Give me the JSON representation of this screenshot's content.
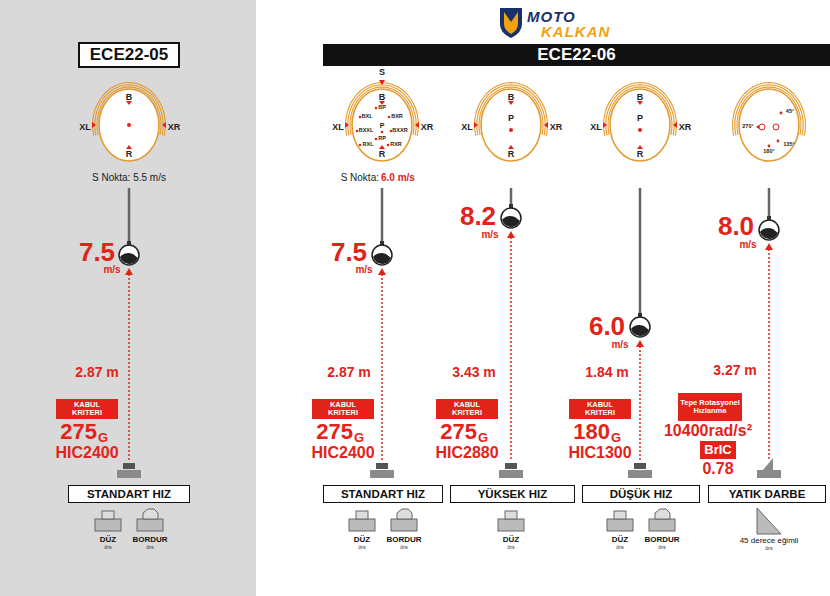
{
  "diagram": {
    "nodes": [
      {
        "text": [
          "ECE22-05"
        ]
      },
      {
        "text": [
          "ECE22-06"
        ]
      },
      {
        "text": [
          "KABUL KRITERI"
        ]
      },
      {
        "text": [
          "STANDART HIZ"
        ]
      },
      {
        "text": [
          "KABUL KRITERI"
        ]
      },
      {
        "text": [
          "STANDART HIZ"
        ]
      },
      {
        "text": [
          "KABUL KRITERI"
        ]
      },
      {
        "text": [
          "YÜKSEK HIZ"
        ]
      },
      {
        "text": [
          "KABUL KRITERI"
        ]
      },
      {
        "text": [
          "DÜŞÜK HIZ"
        ]
      },
      {
        "text": [
          "Tepe Rotasyonel Hızlanma"
        ]
      },
      {
        "text": [
          "BrIC"
        ]
      },
      {
        "text": [
          "YATIK DARBE"
        ]
      }
    ],
    "labels": [
      "MOTO",
      "KALKAN",
      "B",
      "XL",
      "XR",
      "R",
      "S Nokta: 5.5 m/s",
      "7.5",
      "m/s",
      "2.87 m",
      "275",
      "G",
      "HIC2400",
      "DÜZ",
      "örs",
      "BORDUR",
      "örs",
      "S",
      "B",
      "XL",
      "XR",
      "R",
      "BP",
      "BXL",
      "BXR",
      "P",
      "BXXL",
      "BXXR",
      "RP",
      "RXL",
      "RXR",
      "S Nokta:",
      "6.0 m/s",
      "7.5",
      "m/s",
      "2.87 m",
      "275",
      "G",
      "HIC2400",
      "DÜZ",
      "örs",
      "BORDUR",
      "örs",
      "B",
      "XL",
      "XR",
      "P",
      "R",
      "8.2",
      "m/s",
      "3.43 m",
      "275",
      "G",
      "HIC2880",
      "DÜZ",
      "örs",
      "B",
      "XL",
      "XR",
      "P",
      "R",
      "6.0",
      "m/s",
      "1.84 m",
      "180",
      "G",
      "HIC1300",
      "DÜZ",
      "örs",
      "BORDUR",
      "örs",
      "45°",
      "135°",
      "180°",
      "270°",
      "8.0",
      "m/s",
      "3.27 m",
      "10400rad/s²",
      "0.78",
      "45 derece eğimli",
      "örs"
    ]
  }
}
